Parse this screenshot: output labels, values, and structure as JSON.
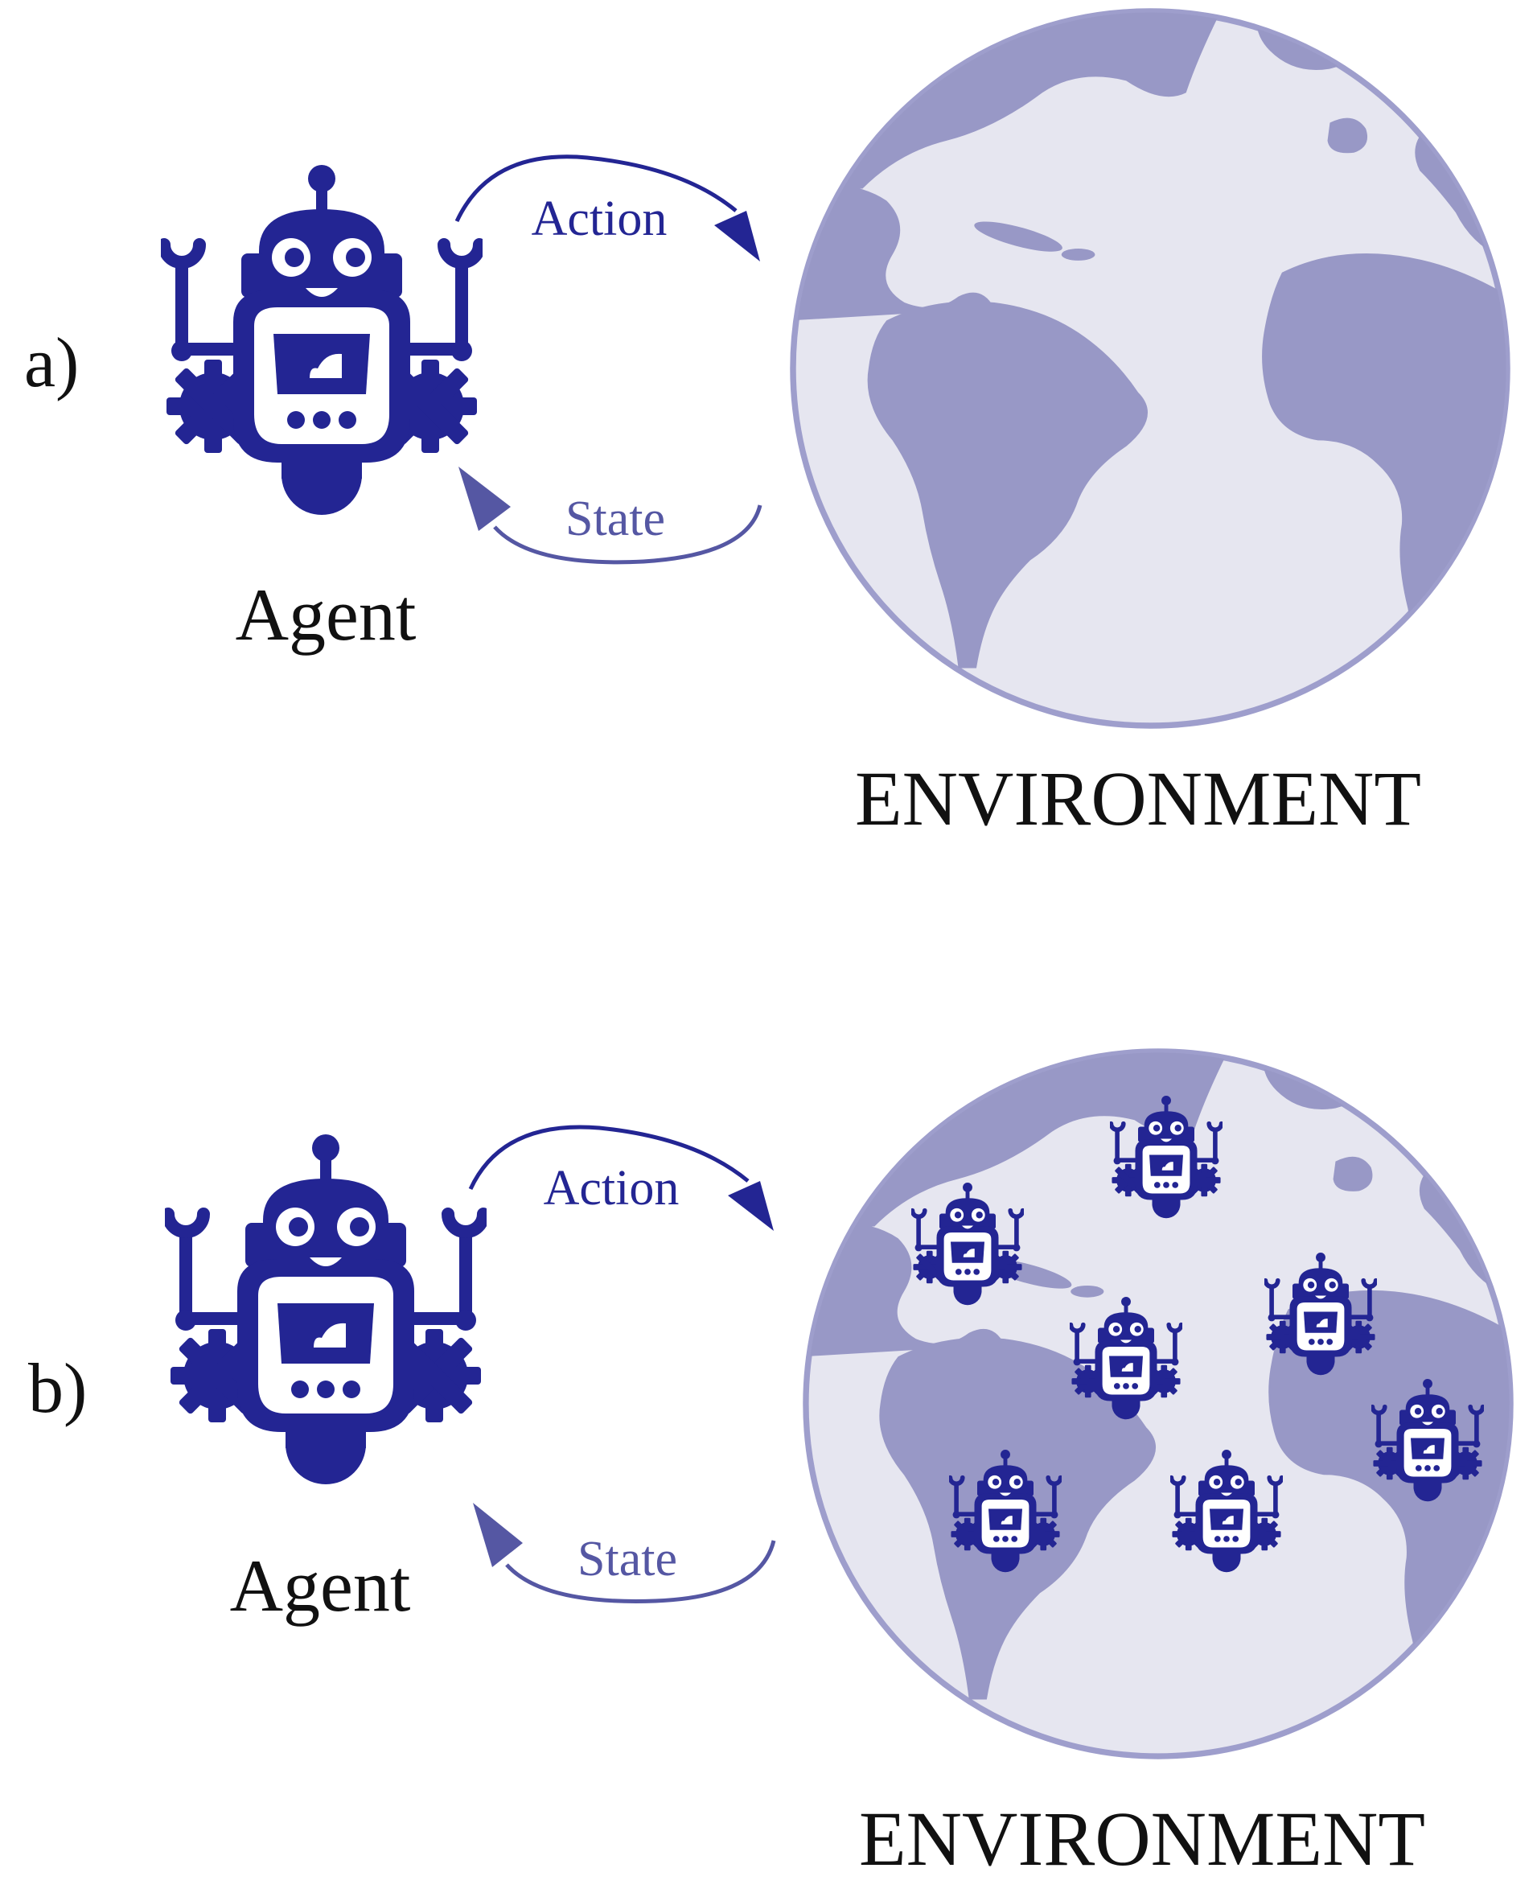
{
  "colors": {
    "robot": "#232593",
    "robot_light": "#ffffff",
    "globe_ocean": "#e6e6f0",
    "globe_land": "#9898c6",
    "globe_rim": "#9e9ecc",
    "action_arrow": "#232593",
    "state_arrow": "#5557a3",
    "label_text": "#111111"
  },
  "icons": {
    "agent": "robot-icon",
    "environment": "globe-icon"
  },
  "panels": [
    {
      "id": "a",
      "label": "a)",
      "agent_label": "Agent",
      "action_label": "Action",
      "state_label": "State",
      "environment_label": "ENVIRONMENT",
      "embedded_agents": 0
    },
    {
      "id": "b",
      "label": "b)",
      "agent_label": "Agent",
      "action_label": "Action",
      "state_label": "State",
      "environment_label": "ENVIRONMENT",
      "embedded_agents": 7
    }
  ]
}
